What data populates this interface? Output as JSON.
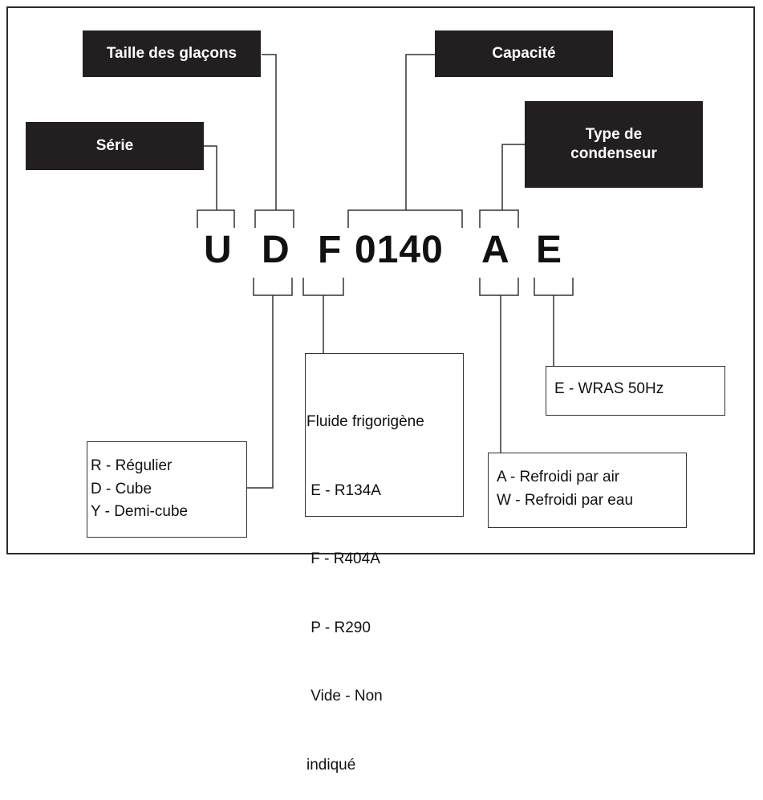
{
  "labels": {
    "serie": "Série",
    "taille": "Taille des glaçons",
    "capacite": "Capacité",
    "condenseur": "Type de condenseur"
  },
  "code": {
    "series": "U",
    "ice_size": "D",
    "refrigerant": "F",
    "capacity": "0140",
    "condenser": "A",
    "version": "E"
  },
  "legends": {
    "ice_size": [
      "R - Régulier",
      "D - Cube",
      "Y - Demi-cube"
    ],
    "refrigerant": [
      "Fluide frigorigène",
      " E - R134A",
      " F - R404A",
      " P - R290",
      " Vide - Non",
      "indiqué"
    ],
    "condenser": [
      "A - Refroidi par air",
      "W - Refroidi par eau"
    ],
    "version": [
      "E - WRAS 50Hz"
    ]
  }
}
